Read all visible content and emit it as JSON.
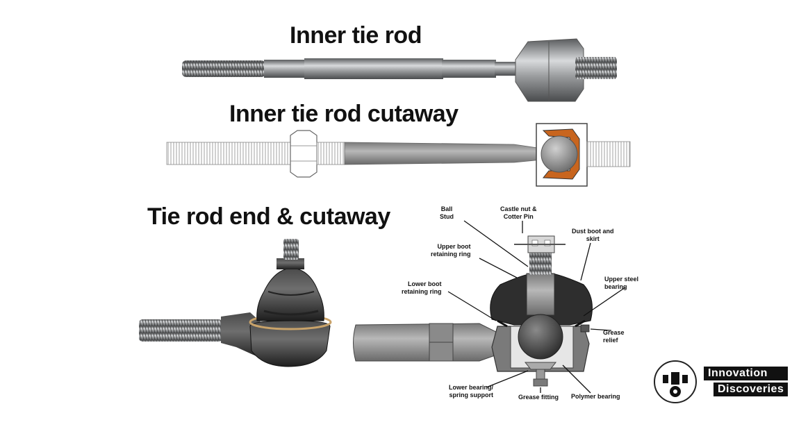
{
  "titles": {
    "inner_tie_rod": "Inner tie rod",
    "inner_tie_rod_cutaway": "Inner tie rod cutaway",
    "tie_rod_end_cutaway": "Tie rod end & cutaway"
  },
  "callouts": {
    "ball_stud": "Ball\nStud",
    "castle_nut": "Castle nut &\nCotter Pin",
    "dust_boot": "Dust boot and\nskirt",
    "upper_boot_ring": "Upper boot\nretaining ring",
    "lower_boot_ring": "Lower boot\nretaining ring",
    "upper_steel_bearing": "Upper steel\nbearing",
    "grease_relief": "Grease\nrelief",
    "lower_bearing": "Lower bearing/\nspring support",
    "grease_fitting": "Grease fitting",
    "polymer_bearing": "Polymer bearing"
  },
  "brand": {
    "line1": "Innovation",
    "line2": "Discoveries"
  },
  "colors": {
    "steel": "#8a8c8e",
    "dark_metal": "#3a3a3a",
    "cutaway_bearing": "#c8651e",
    "rod_gray": "#9a9a9a"
  }
}
